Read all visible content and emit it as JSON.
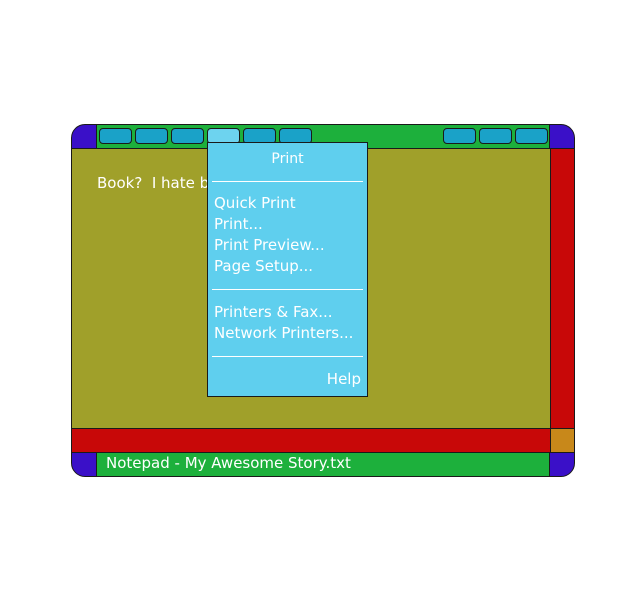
{
  "window": {
    "title": "Notepad - My Awesome Story.txt"
  },
  "editor": {
    "text": "Book?  I hate b"
  },
  "menu": {
    "title": "Print",
    "groups": [
      [
        "Quick Print",
        "Print...",
        "Print Preview...",
        "Page Setup..."
      ],
      [
        "Printers & Fax...",
        "Network Printers..."
      ]
    ],
    "help_label": "Help"
  },
  "colors": {
    "corner": "#3a10c8",
    "title_bar": "#1db03c",
    "tab": "#1aa2c8",
    "tab_active": "#6dd3ef",
    "editor_bg": "#a0a02a",
    "scrollbar": "#c80808",
    "grip": "#c8881a",
    "menu_bg": "#5fcfee"
  }
}
